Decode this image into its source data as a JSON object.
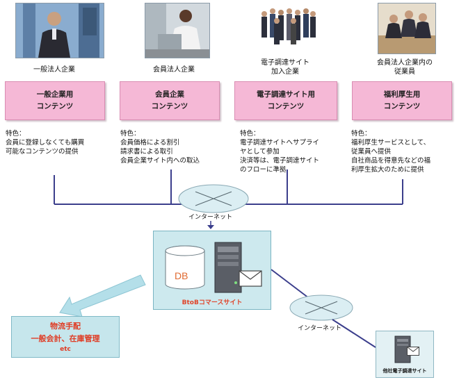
{
  "categories": [
    {
      "label_lines": [
        "一般法人企業"
      ],
      "box_lines": [
        "一般企業用",
        "コンテンツ"
      ],
      "feature_lines": [
        "特色：",
        "会員に登録しなくても購買",
        "可能なコンテンツの提供"
      ]
    },
    {
      "label_lines": [
        "会員法人企業"
      ],
      "box_lines": [
        "会員企業",
        "コンテンツ"
      ],
      "feature_lines": [
        "特色：",
        "会員価格による割引",
        "請求書による取引",
        "会員企業サイト内への取込"
      ]
    },
    {
      "label_lines": [
        "電子調達サイト",
        "加入企業"
      ],
      "box_lines": [
        "電子調達サイト用",
        "コンテンツ"
      ],
      "feature_lines": [
        "特色：",
        "電子調達サイトへサプライ",
        "ヤとして参加",
        "決済等は、電子調達サイト",
        "のフローに準拠"
      ]
    },
    {
      "label_lines": [
        "会員法人企業内の",
        "従業員"
      ],
      "box_lines": [
        "福利厚生用",
        "コンテンツ"
      ],
      "feature_lines": [
        "特色：",
        "福利厚生サービスとして、",
        "従業員へ提供",
        "自社商品を得意先などの福",
        "利厚生拡大のために提供"
      ]
    }
  ],
  "internet_label": "インターネット",
  "internet_label_2": "インターネット",
  "db_label": "DB",
  "site_label": "BtoBコマースサイト",
  "logistics": {
    "line1": "物流手配",
    "line2": "一般会計、在庫管理",
    "line3": "etc"
  },
  "other_site_label": "他社電子調達サイト",
  "colors": {
    "pink": "#f5b8d6",
    "cyan": "#cde9ee",
    "red": "#e03a22",
    "line": "#3b3e8c"
  }
}
